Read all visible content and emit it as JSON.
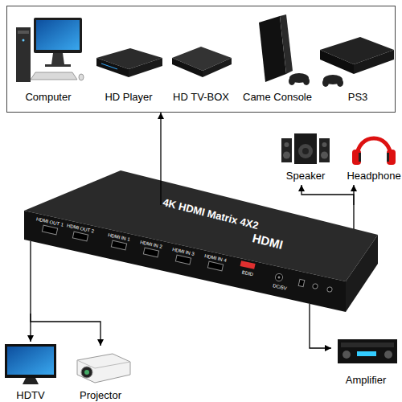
{
  "diagram": {
    "nodes": [
      {
        "text": []
      },
      {
        "text": [
          "Computer"
        ],
        "in": 0
      },
      {
        "text": [
          "HD Player"
        ],
        "in": 0
      },
      {
        "text": [
          "HD TV-BOX"
        ],
        "in": 0
      },
      {
        "text": [
          "Came Console"
        ],
        "in": 0
      },
      {
        "text": [
          "PS3"
        ],
        "in": 0
      },
      {
        "text": [
          "HDMI OUT 1",
          "HDMI OUT 2",
          "HDMI IN 1",
          "HDMI IN 2",
          "HDMI IN 3",
          "HDMI IN 4",
          "EDID",
          "DC/5V",
          "4K HDMI Matrix 4X2",
          "HDMI"
        ]
      },
      {
        "text": [
          "Speaker"
        ]
      },
      {
        "text": [
          "Headphone"
        ]
      },
      {
        "text": [
          "HDTV"
        ]
      },
      {
        "text": [
          "Projector"
        ]
      },
      {
        "text": [
          "Amplifier"
        ]
      }
    ],
    "edges": [
      {
        "from": 6,
        "to": 0,
        "arrow": "to"
      },
      {
        "from": 6,
        "to": 7,
        "arrow": "to"
      },
      {
        "from": 6,
        "to": 8,
        "arrow": "to"
      },
      {
        "from": 6,
        "to": 9,
        "arrow": "to"
      },
      {
        "from": 6,
        "to": 10,
        "arrow": "to"
      },
      {
        "from": 6,
        "to": 11,
        "arrow": "to"
      }
    ]
  }
}
